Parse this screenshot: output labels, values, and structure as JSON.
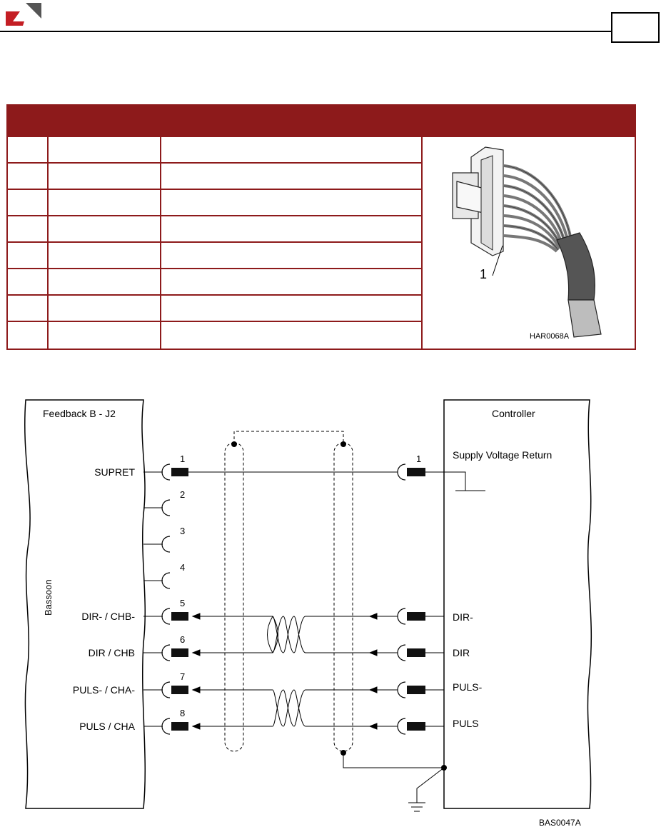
{
  "header": {
    "page_box_text": ""
  },
  "table": {
    "rows": [
      [
        "",
        "",
        ""
      ],
      [
        "",
        "",
        ""
      ],
      [
        "",
        "",
        ""
      ],
      [
        "",
        "",
        ""
      ],
      [
        "",
        "",
        ""
      ],
      [
        "",
        "",
        ""
      ],
      [
        "",
        "",
        ""
      ],
      [
        "",
        "",
        ""
      ]
    ],
    "photo": {
      "callout": "1",
      "code": "HAR0068A"
    }
  },
  "schematic": {
    "left_block": {
      "title": "Feedback B - J2",
      "side_label": "Bassoon"
    },
    "right_block": {
      "title": "Controller",
      "supply_label": "Supply Voltage Return"
    },
    "left_pins": [
      {
        "num": "1",
        "signal": "SUPRET"
      },
      {
        "num": "2",
        "signal": ""
      },
      {
        "num": "3",
        "signal": ""
      },
      {
        "num": "4",
        "signal": ""
      },
      {
        "num": "5",
        "signal": "DIR- / CHB-"
      },
      {
        "num": "6",
        "signal": "DIR / CHB"
      },
      {
        "num": "7",
        "signal": "PULS- / CHA-"
      },
      {
        "num": "8",
        "signal": "PULS / CHA"
      }
    ],
    "right_pins": [
      {
        "num": "1",
        "signal": ""
      },
      {
        "num": "",
        "signal": "DIR-"
      },
      {
        "num": "",
        "signal": "DIR"
      },
      {
        "num": "",
        "signal": "PULS-"
      },
      {
        "num": "",
        "signal": "PULS"
      }
    ],
    "code": "BAS0047A"
  }
}
